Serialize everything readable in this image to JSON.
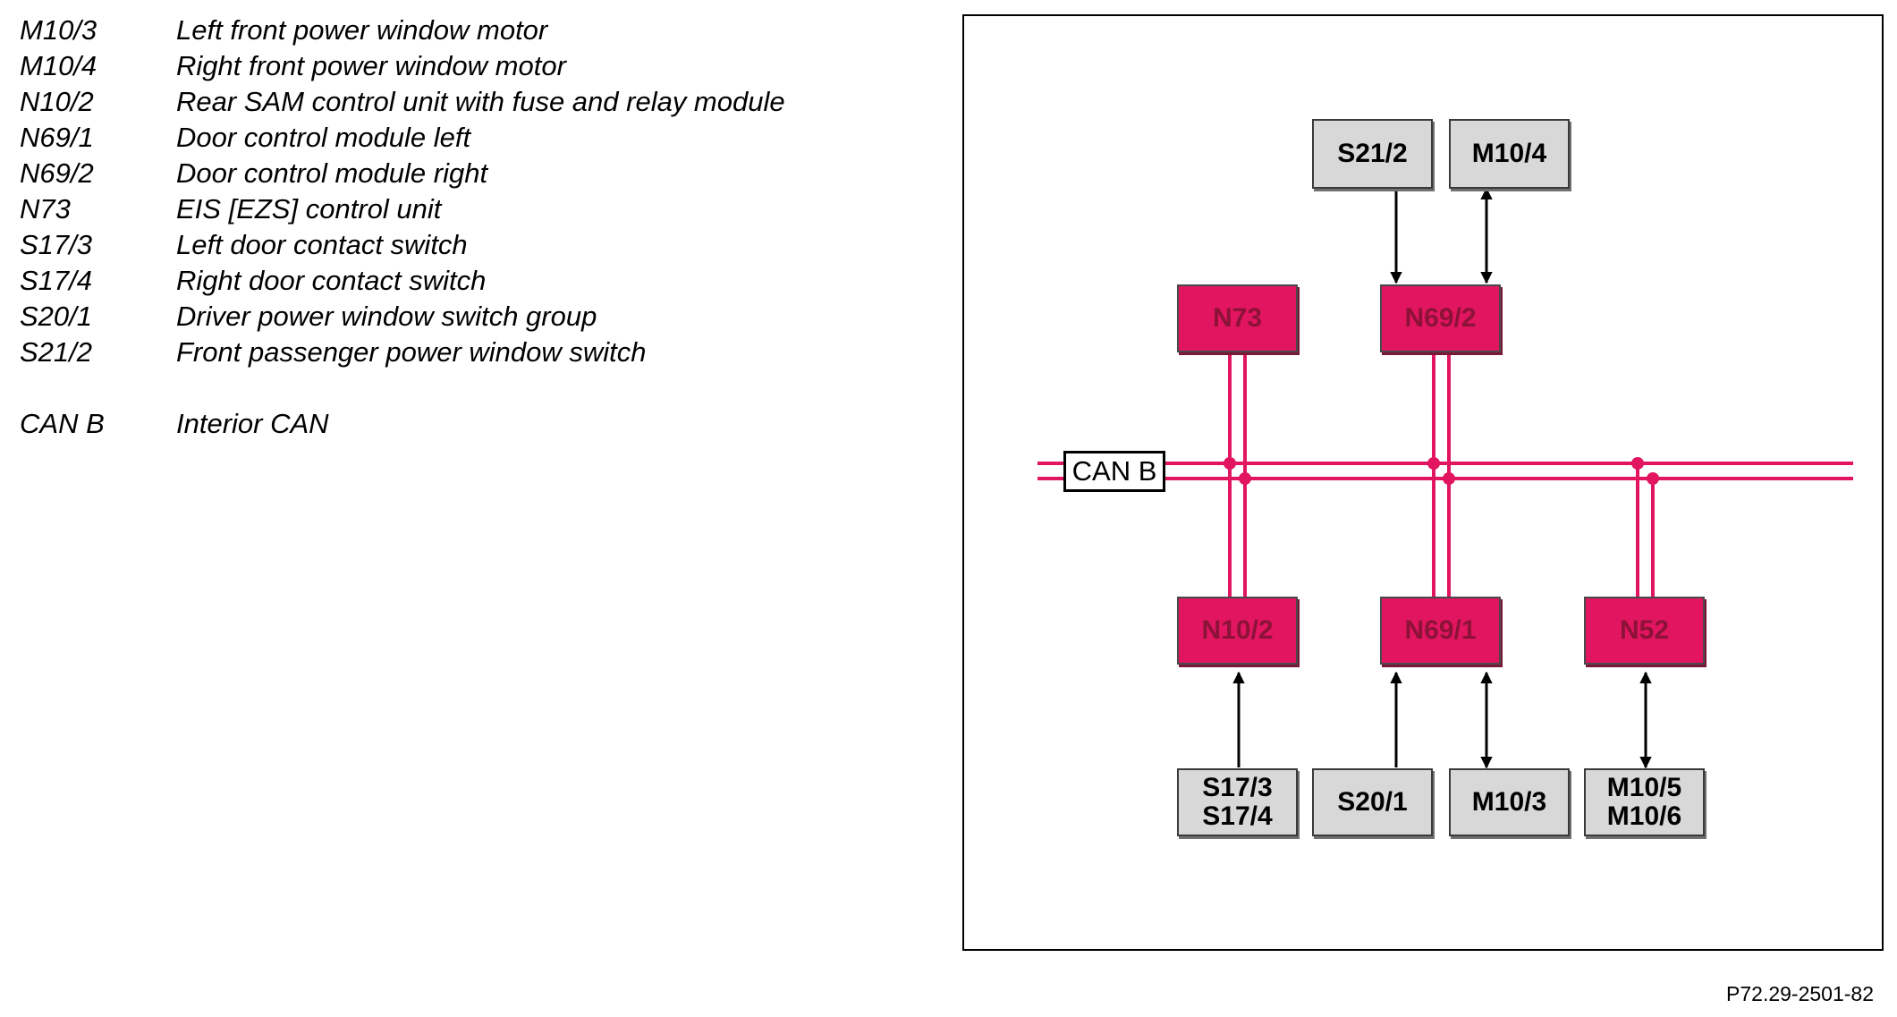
{
  "legend": [
    {
      "code": "M10/3",
      "desc": "Left front power window motor"
    },
    {
      "code": "M10/4",
      "desc": "Right front power window motor"
    },
    {
      "code": "N10/2",
      "desc": "Rear SAM control unit with fuse and relay module"
    },
    {
      "code": "N69/1",
      "desc": "Door control module left"
    },
    {
      "code": "N69/2",
      "desc": "Door control module right"
    },
    {
      "code": "N73",
      "desc": "EIS [EZS] control unit"
    },
    {
      "code": "S17/3",
      "desc": "Left door contact switch"
    },
    {
      "code": "S17/4",
      "desc": "Right door contact switch"
    },
    {
      "code": "S20/1",
      "desc": "Driver power window switch group"
    },
    {
      "code": "S21/2",
      "desc": "Front passenger power window switch"
    }
  ],
  "legend_extra": {
    "code": "CAN B",
    "desc": "Interior CAN"
  },
  "diagram": {
    "bus_label": "CAN B",
    "colors": {
      "ecu": "#e21561",
      "peripheral": "#d8d8d8",
      "bus": "#e21561"
    },
    "ecus": {
      "n73": "N73",
      "n69_2": "N69/2",
      "n10_2": "N10/2",
      "n69_1": "N69/1",
      "n52": "N52"
    },
    "peripherals": {
      "s21_2": "S21/2",
      "m10_4": "M10/4",
      "s17_3": "S17/3",
      "s17_4": "S17/4",
      "s20_1": "S20/1",
      "m10_3": "M10/3",
      "m10_5": "M10/5",
      "m10_6": "M10/6"
    },
    "connections": [
      {
        "from": "S21/2",
        "to": "N69/2",
        "direction": "one-way"
      },
      {
        "from": "N69/2",
        "to": "M10/4",
        "direction": "two-way"
      },
      {
        "from": "S17/3, S17/4",
        "to": "N10/2",
        "direction": "one-way"
      },
      {
        "from": "S20/1",
        "to": "N69/1",
        "direction": "one-way"
      },
      {
        "from": "N69/1",
        "to": "M10/3",
        "direction": "two-way"
      },
      {
        "from": "N52",
        "to": "M10/5, M10/6",
        "direction": "two-way"
      }
    ]
  },
  "figure_id": "P72.29-2501-82"
}
